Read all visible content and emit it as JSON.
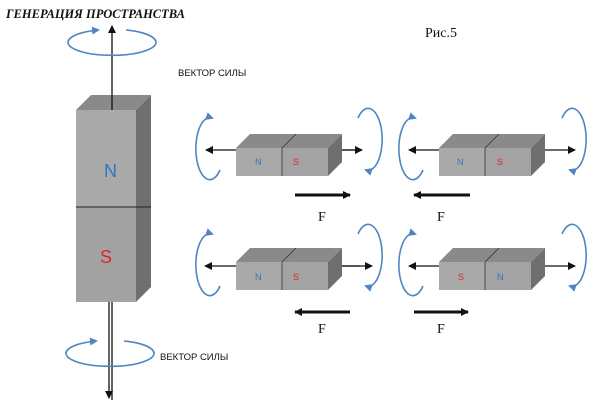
{
  "title": "ГЕНЕРАЦИЯ ПРОСТРАНСТВА",
  "figure_label": "Рис.5",
  "force_vector_label": "ВЕКТОР СИЛЫ",
  "force_symbol": "F",
  "poles": {
    "north": "N",
    "south": "S"
  },
  "colors": {
    "north": "#2e75c8",
    "south": "#d8282a",
    "rotation_arrow": "#4f86c2",
    "magnet_front": "#a8a8a8",
    "magnet_top": "#8a8a8a",
    "magnet_side": "#6f6f6f",
    "line": "#111111"
  },
  "pairs": [
    {
      "id": "top-left",
      "poles": [
        "N",
        "S"
      ],
      "force_direction": "right"
    },
    {
      "id": "top-right",
      "poles": [
        "N",
        "S"
      ],
      "force_direction": "left"
    },
    {
      "id": "bottom-left",
      "poles": [
        "N",
        "S"
      ],
      "force_direction": "left"
    },
    {
      "id": "bottom-right",
      "poles": [
        "S",
        "N"
      ],
      "force_direction": "right"
    }
  ]
}
